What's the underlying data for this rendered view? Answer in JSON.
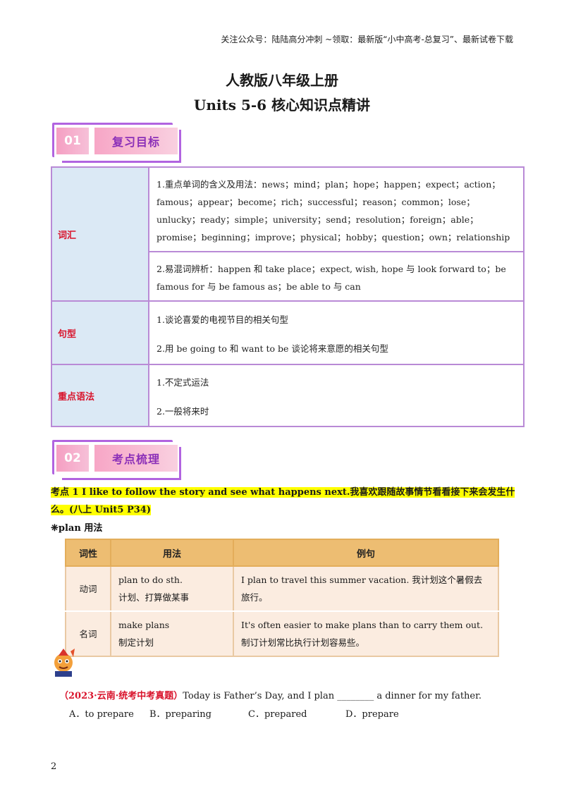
{
  "header_note": "关注公众号：陆陆高分冲刺   ~领取：最新版“小中高考-总复习”、最新试卷下载",
  "title": "人教版八年级上册",
  "subtitle": "Units  5-6 核心知识点精讲",
  "section1": {
    "number": "01",
    "label": "复习目标"
  },
  "review_table": {
    "vocab_label": "词汇",
    "vocab_1": "1.重点单词的含义及用法：news；mind；plan；hope；happen；expect；action；famous；appear；become；rich；successful；reason；common；lose；unlucky；ready；simple；university；send；resolution；foreign；able；promise；beginning；improve；physical；hobby；question；own；relationship",
    "vocab_2": "2.易混词辨析：happen 和 take place；expect, wish, hope 与 look forward to；be famous for 与 be famous as；be able to 与 can",
    "sentence_label": "句型",
    "sentence_1": "1.谈论喜爱的电视节目的相关句型",
    "sentence_2": "2.用 be going to 和 want to be 谈论将来意愿的相关句型",
    "grammar_label": "重点语法",
    "grammar_1": "1.不定式运法",
    "grammar_2": "2.一般将来时"
  },
  "section2": {
    "number": "02",
    "label": "考点梳理"
  },
  "key_point": "考点 1 I like to follow the story and see what happens next.我喜欢跟随故事情节看看接下来会发生什么。(八上 Unit5  P34)",
  "sub_heading": "❈plan 用法",
  "plan_table": {
    "headers": [
      "词性",
      "用法",
      "例句"
    ],
    "rows": [
      {
        "pos": "动词",
        "usage_en": "plan to do sth.",
        "usage_cn": "计划、打算做某事",
        "example": "I plan to travel this summer vacation.    我计划这个暑假去旅行。"
      },
      {
        "pos": "名词",
        "usage_en": "make plans",
        "usage_cn": "制定计划",
        "example_en": "It's often easier to make plans than to carry them out.",
        "example_cn": "制订计划常比执行计划容易些。"
      }
    ]
  },
  "question": {
    "source": "（2023·云南·统考中考真题）",
    "text": "Today is Father’s Day, and I plan ________ a dinner for my father.",
    "options": [
      "A．to prepare",
      "B．preparing",
      "C．prepared",
      "D．prepare"
    ]
  },
  "page_number": "2"
}
